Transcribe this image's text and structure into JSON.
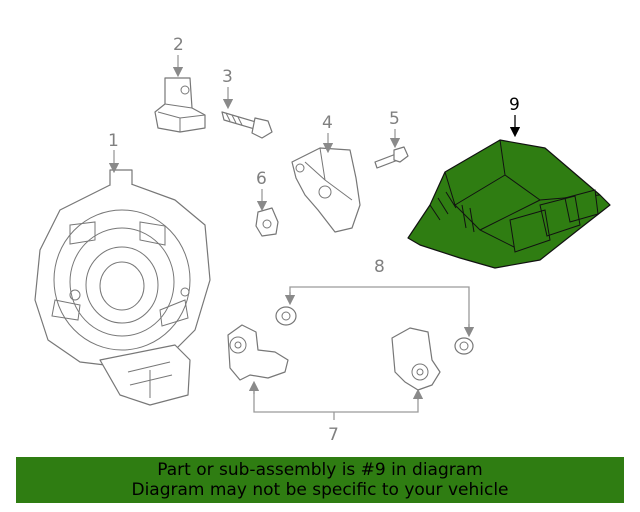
{
  "callouts": {
    "c1": "1",
    "c2": "2",
    "c3": "3",
    "c4": "4",
    "c5": "5",
    "c6": "6",
    "c7": "7",
    "c8": "8",
    "c9": "9"
  },
  "highlight_color": "#2f7d12",
  "banner": {
    "line1": "Part or sub-assembly is #9 in diagram",
    "line2": "Diagram may not be specific to your vehicle"
  }
}
